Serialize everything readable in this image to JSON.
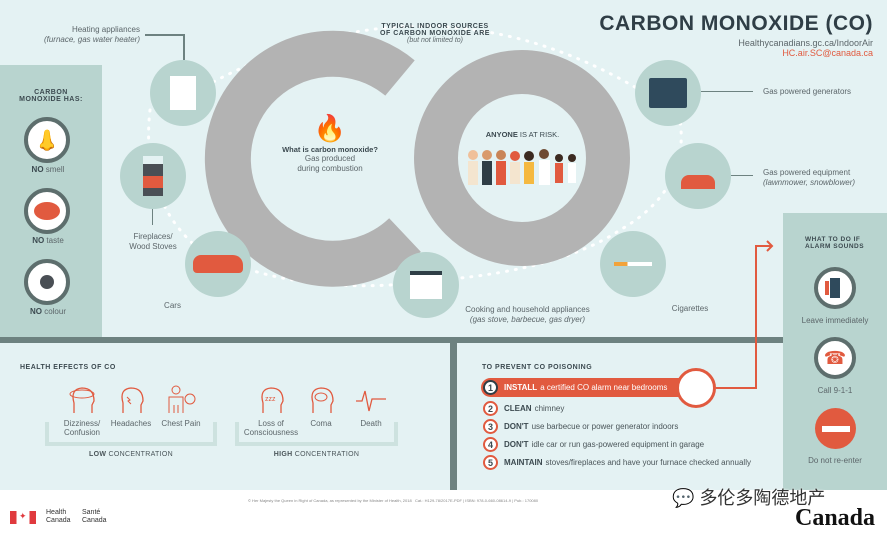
{
  "header": {
    "title": "CARBON MONOXIDE (CO)",
    "url": "Healthycanadians.gc.ca/IndoorAir",
    "email": "HC.air.SC@canada.ca"
  },
  "sources_heading": {
    "line1": "TYPICAL INDOOR SOURCES",
    "line2": "OF CARBON MONOXIDE ARE",
    "note": "(but not limited to)"
  },
  "center": {
    "question": "What is carbon monoxide?",
    "answer_line1": "Gas produced",
    "answer_line2": "during combustion",
    "risk_bold": "ANYONE",
    "risk_rest": " IS AT RISK."
  },
  "sources": {
    "heating": {
      "label": "Heating appliances",
      "sub": "(furnace, gas water heater)"
    },
    "fireplaces": {
      "line1": "Fireplaces/",
      "line2": "Wood Stoves"
    },
    "cars": {
      "label": "Cars"
    },
    "cooking": {
      "label": "Cooking and household appliances",
      "sub": "(gas stove, barbecue, gas dryer)"
    },
    "cigarettes": {
      "label": "Cigarettes"
    },
    "generators": {
      "label": "Gas powered generators"
    },
    "equipment": {
      "label": "Gas powered equipment",
      "sub": "(lawnmower, snowblower)"
    }
  },
  "properties": {
    "heading1": "CARBON",
    "heading2": "MONOXIDE HAS:",
    "items": [
      {
        "bold": "NO",
        "rest": " smell"
      },
      {
        "bold": "NO",
        "rest": " taste"
      },
      {
        "bold": "NO",
        "rest": " colour"
      }
    ]
  },
  "health": {
    "heading": "HEALTH EFFECTS OF CO",
    "low": {
      "bold": "LOW",
      "rest": " CONCENTRATION",
      "effects": [
        {
          "l1": "Dizziness/",
          "l2": "Confusion"
        },
        {
          "l1": "Headaches",
          "l2": ""
        },
        {
          "l1": "Chest Pain",
          "l2": ""
        }
      ]
    },
    "high": {
      "bold": "HIGH",
      "rest": " CONCENTRATION",
      "effects": [
        {
          "l1": "Loss of",
          "l2": "Consciousness"
        },
        {
          "l1": "Coma",
          "l2": ""
        },
        {
          "l1": "Death",
          "l2": ""
        }
      ]
    }
  },
  "prevent": {
    "heading": "TO PREVENT CO POISONING",
    "steps": [
      {
        "n": "1",
        "bold": "INSTALL",
        "rest": "a certified CO alarm near bedrooms"
      },
      {
        "n": "2",
        "bold": "CLEAN",
        "rest": "chimney"
      },
      {
        "n": "3",
        "bold": "DON'T",
        "rest": "use barbecue or power generator indoors"
      },
      {
        "n": "4",
        "bold": "DON'T",
        "rest": "idle car or run gas-powered equipment in garage"
      },
      {
        "n": "5",
        "bold": "MAINTAIN",
        "rest": "stoves/fireplaces and have your furnace checked annually"
      }
    ]
  },
  "alarm": {
    "heading1": "WHAT TO DO IF",
    "heading2": "ALARM SOUNDS",
    "actions": [
      "Leave immediately",
      "Call 9-1-1",
      "Do not re-enter"
    ]
  },
  "footer": {
    "copyright": "© Her Majesty the Queen in Right of Canada, as represented by the Minister of Health, 2018",
    "cat": "Cat.: H129-78/2017E-PDF | ISBN: 978-0-660-08614-9 | Pub.: 170080",
    "health_en1": "Health",
    "health_en2": "Canada",
    "health_fr1": "Santé",
    "health_fr2": "Canada",
    "wordmark": "Canada",
    "watermark": "多伦多陶德地产"
  },
  "colors": {
    "accent": "#e15a3f",
    "panel": "#b8d4cf",
    "bg": "#e4f2f3",
    "divider": "#6d8280",
    "letters": "#b3b3b3"
  }
}
